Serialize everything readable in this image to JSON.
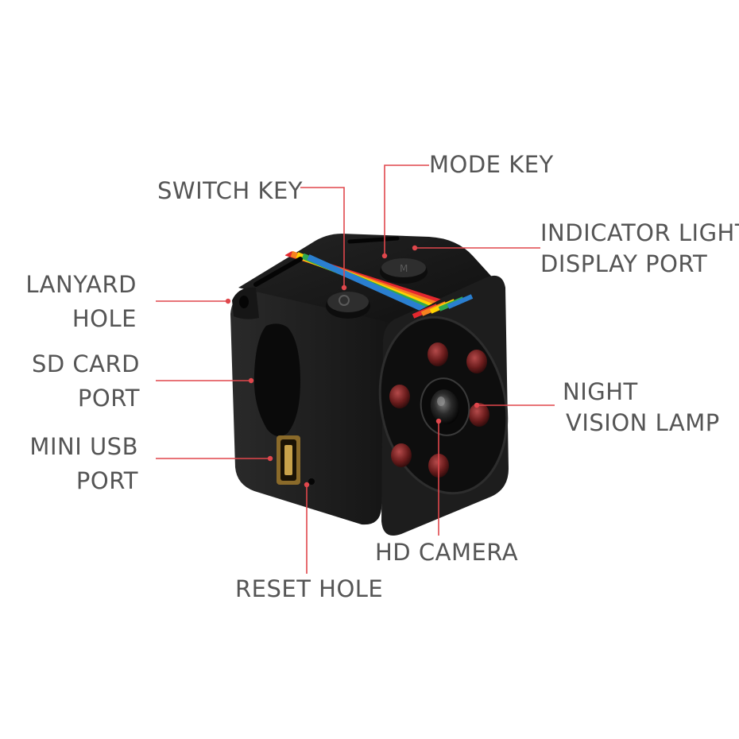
{
  "colors": {
    "label": "#555555",
    "callout": "#e0474c",
    "body": "#1b1b1b",
    "stripe": [
      "#e4282e",
      "#f58220",
      "#ffd200",
      "#2fa84f",
      "#2a7fd0"
    ]
  },
  "labels": {
    "mode_key": "MODE KEY",
    "switch_key": "SWITCH KEY",
    "indicator": [
      "INDICATOR LIGHT",
      "DISPLAY PORT"
    ],
    "lanyard": [
      "LANYARD",
      "HOLE"
    ],
    "sd_card": [
      "SD CARD",
      "PORT"
    ],
    "mini_usb": [
      "MINI USB",
      "PORT"
    ],
    "night_vision": [
      "NIGHT",
      "VISION LAMP"
    ],
    "hd_camera": "HD CAMERA",
    "reset_hole": "RESET HOLE"
  },
  "icons": {
    "camera": "mini-cube-camera-icon",
    "callout_dot": "callout-dot-icon"
  }
}
